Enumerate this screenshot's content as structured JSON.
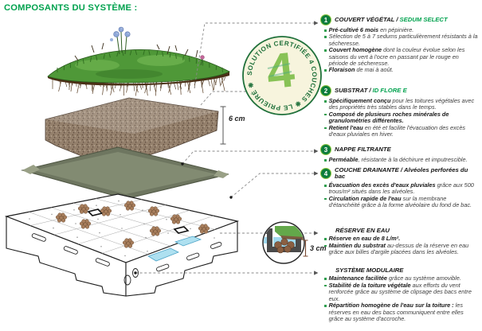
{
  "title": "COMPOSANTS DU SYSTÈME :",
  "colors": {
    "brand_green": "#00A24E",
    "number_badge_green": "#0D7D3C",
    "number_badge_ring": "#8DC63F",
    "badge_ring_green": "#20713B",
    "badge_cream": "#F7F4DD",
    "heading_black": "#141414",
    "body_text": "#3D3D3D",
    "water_blue": "#9FD9EE",
    "substrate_brown": "#94806C",
    "filter_sheet_grey_green": "#828B72"
  },
  "badge": {
    "ring_text": "SOLUTION CERTIFIÉE 4 COUCHES ❋ LE PRIEURÉ ❋",
    "center_numeral": "4"
  },
  "labels": {
    "substrate_height": "6 cm",
    "reserve_height": "3 cm"
  },
  "sections": [
    {
      "num": "1",
      "h1": "COUVERT VÉGÉTAL /",
      "h2": "SEDUM SELECT",
      "h2_green": true,
      "bullets": [
        {
          "b": "Pré-cultivé 6 mois",
          "t": " en pépinière."
        },
        {
          "b": "",
          "t": "Sélection de 5 à 7 sedums particulièrement résistants à la sécheresse."
        },
        {
          "b": "Couvert homogène",
          "t": " dont la couleur évolue selon les saisons du vert à l'ocre en passant par le rouge en période de sécheresse."
        },
        {
          "b": "Floraison",
          "t": " de mai à août."
        }
      ]
    },
    {
      "num": "2",
      "h1": "SUBSTRAT /",
      "h2": "ID FLORE E",
      "h2_green": true,
      "bullets": [
        {
          "b": "Spécifiquement conçu",
          "t": " pour les toitures végétales avec des propriétés très stables dans le temps."
        },
        {
          "b": "Composé de plusieurs roches minérales de granulométries différentes.",
          "t": ""
        },
        {
          "b": "Retient l'eau",
          "t": " en été et facilite l'évacuation des excès d'eaux pluviales en hiver."
        }
      ]
    },
    {
      "num": "3",
      "h1": "NAPPE FILTRANTE",
      "h2": "",
      "h2_green": false,
      "bullets": [
        {
          "b": "Perméable",
          "t": ", résistante à la déchirure et imputrescible."
        }
      ]
    },
    {
      "num": "4",
      "h1": "COUCHE DRAINANTE /",
      "h2": "Alvéoles perforées du bac",
      "h2_green": false,
      "bullets": [
        {
          "b": "Évacuation des excès d'eaux pluviales",
          "t": " grâce aux 500 trous/m² situés dans les alvéoles."
        },
        {
          "b": "Circulation rapide de l'eau",
          "t": " sur la membrane d'étanchéité grâce à la forme alvéolaire du fond de bac."
        }
      ]
    },
    {
      "num": "",
      "h1": "RÉSERVE EN EAU",
      "h2": "",
      "h2_green": false,
      "bullets": [
        {
          "b": "Réserve en eau de 8 L/m².",
          "t": ""
        },
        {
          "b": "Maintien du substrat",
          "t": " au-dessus de la réserve en eau grâce aux billes d'argile placées dans les alvéoles."
        }
      ]
    },
    {
      "num": "",
      "h1": "SYSTÈME MODULAIRE",
      "h2": "",
      "h2_green": false,
      "bullets": [
        {
          "b": "Maintenance facilitée",
          "t": " grâce au système amovible."
        },
        {
          "b": "Stabilité de la toiture végétale",
          "t": " aux efforts du vent renforcée grâce au système de clipsage des bacs entre eux."
        },
        {
          "b": "Répartition homogène de l'eau sur la toiture :",
          "t": " les réserves en eau des bacs communiquent entre elles grâce au système d'accroche."
        }
      ]
    }
  ]
}
